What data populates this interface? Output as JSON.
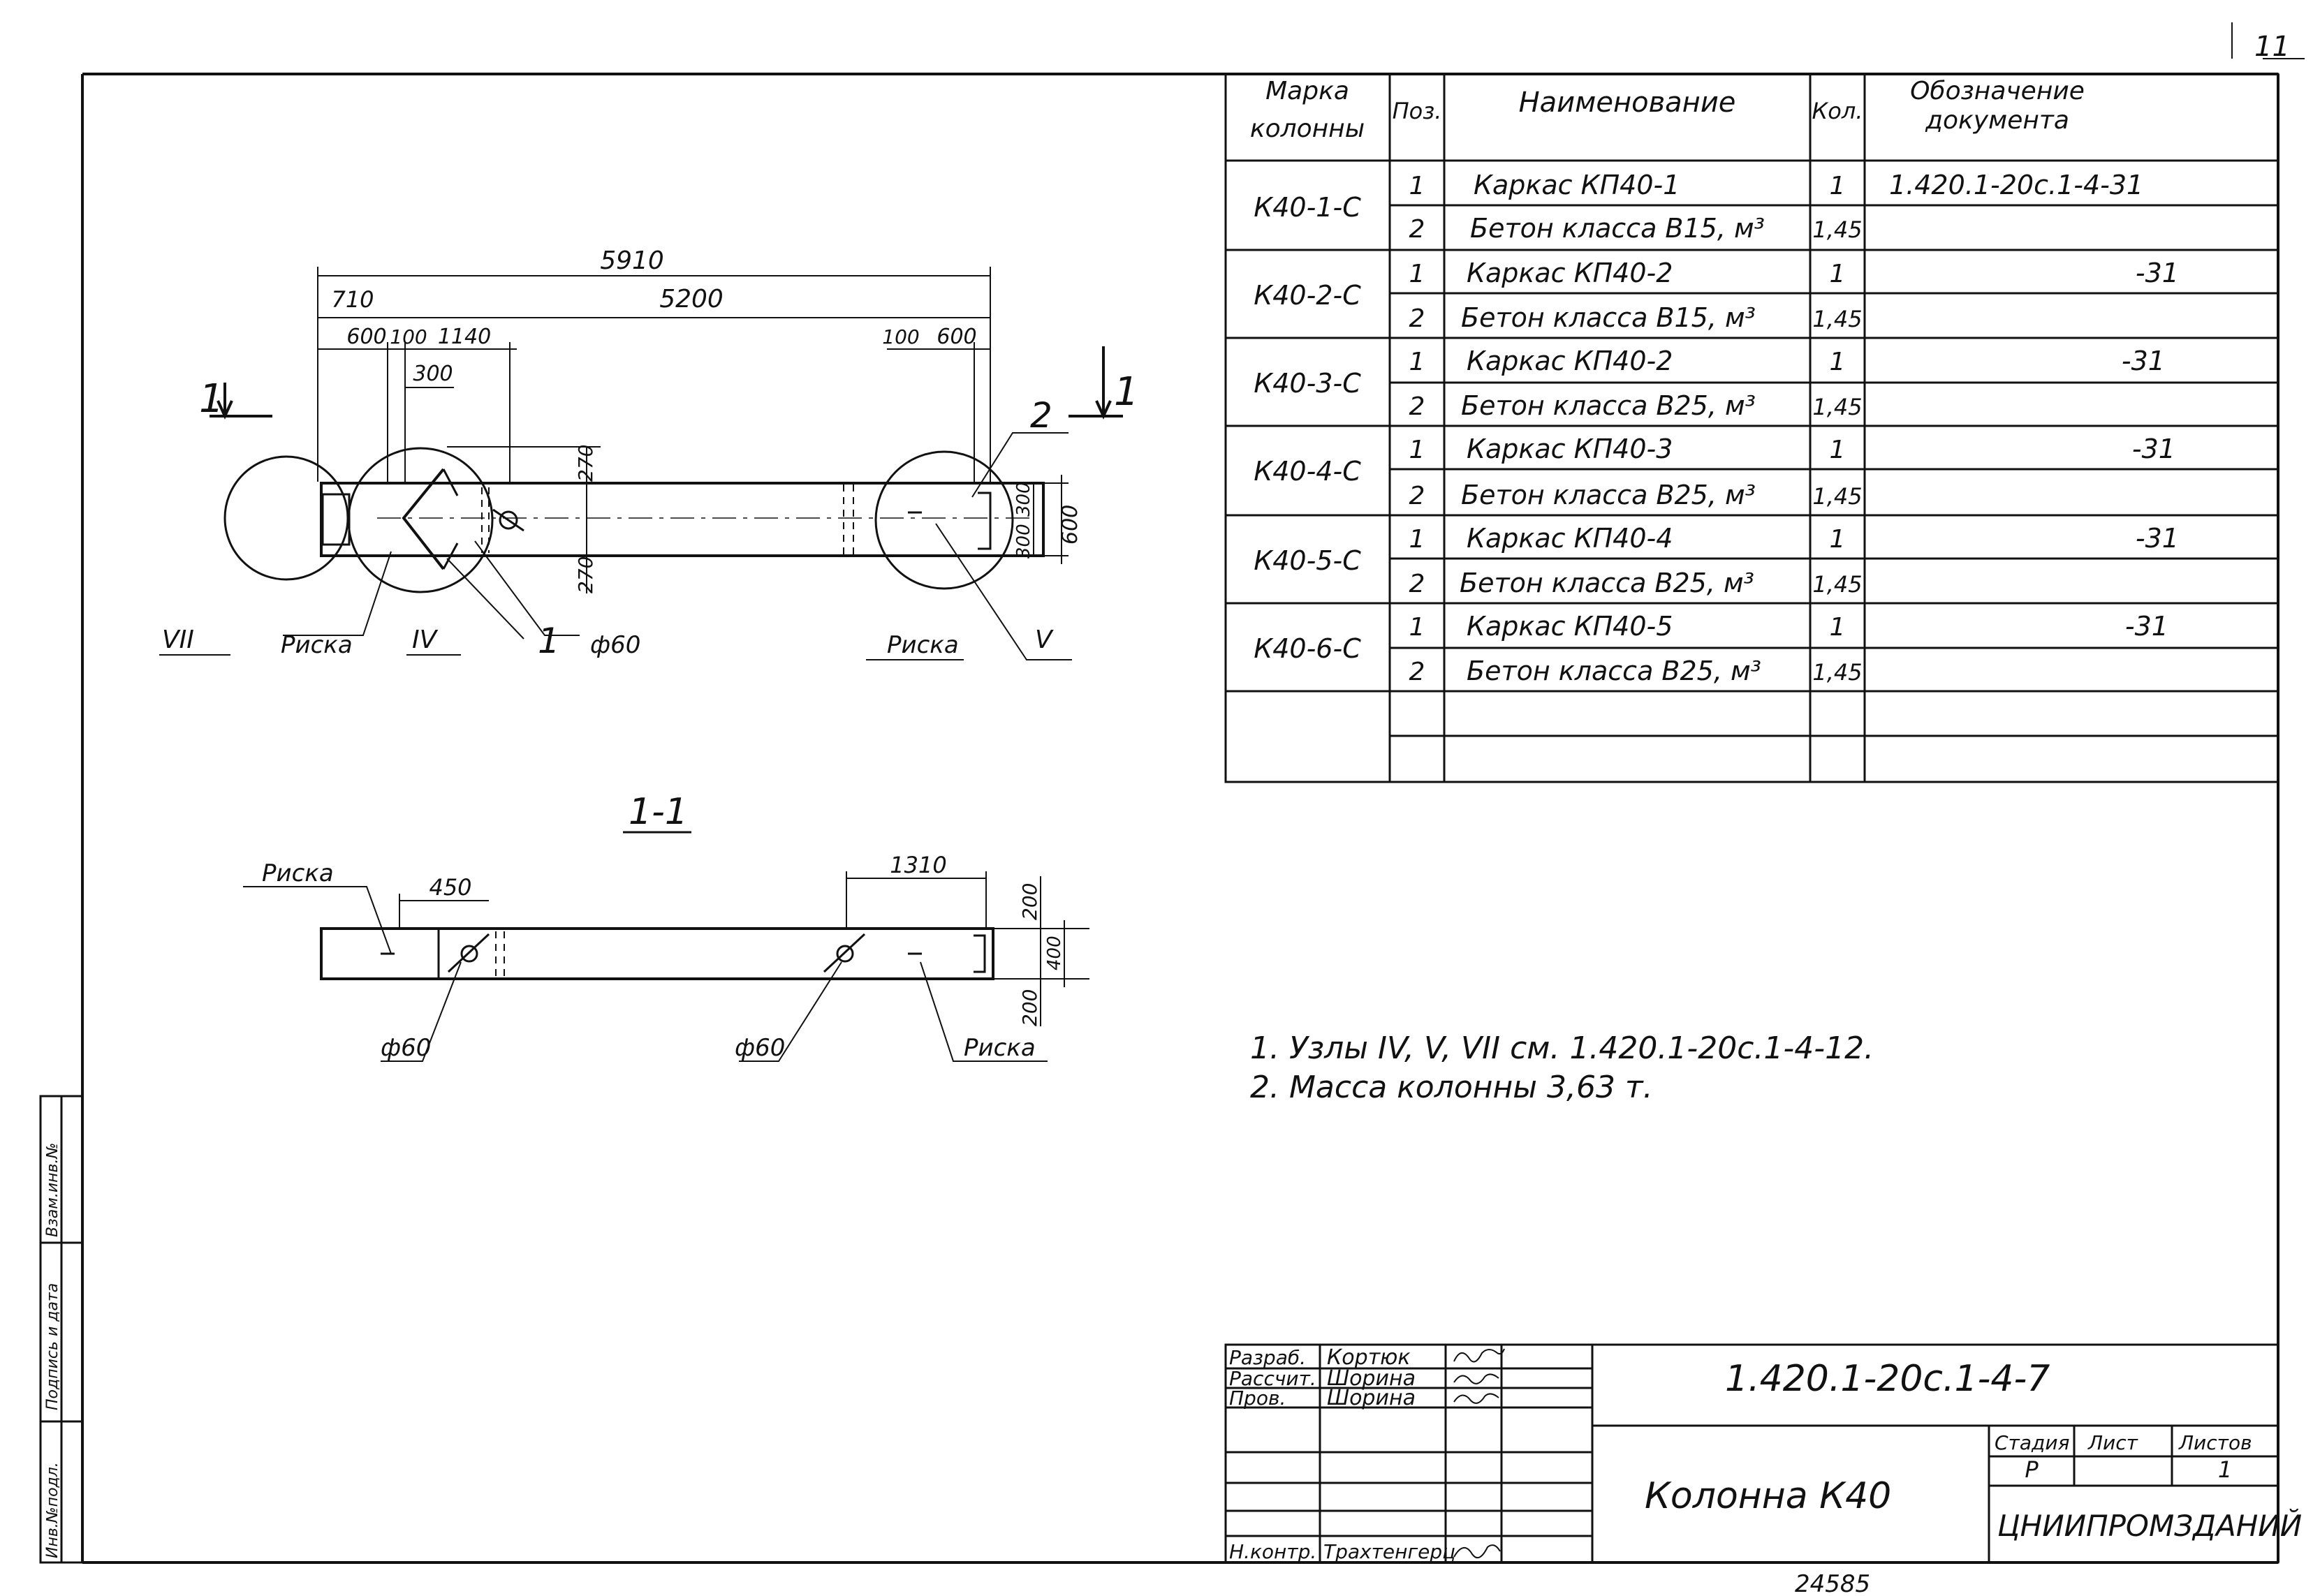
{
  "sheet_number": "11",
  "spec_table": {
    "headers": {
      "mark": [
        "Марка",
        "колонны"
      ],
      "pos": "Поз.",
      "name": "Наименование",
      "qty": "Кол.",
      "doc": [
        "Обозначение",
        "документа"
      ]
    },
    "groups": [
      {
        "mark": "К40-1-С",
        "rows": [
          {
            "pos": "1",
            "name": "Каркас КП40-1",
            "qty": "1",
            "doc": "1.420.1-20с.1-4-31"
          },
          {
            "pos": "2",
            "name": "Бетон класса В15, м³",
            "qty": "1,45",
            "doc": ""
          }
        ]
      },
      {
        "mark": "К40-2-С",
        "rows": [
          {
            "pos": "1",
            "name": "Каркас КП40-2",
            "qty": "1",
            "doc": "-31"
          },
          {
            "pos": "2",
            "name": "Бетон класса В15, м³",
            "qty": "1,45",
            "doc": ""
          }
        ]
      },
      {
        "mark": "К40-3-С",
        "rows": [
          {
            "pos": "1",
            "name": "Каркас КП40-2",
            "qty": "1",
            "doc": "-31"
          },
          {
            "pos": "2",
            "name": "Бетон класса В25, м³",
            "qty": "1,45",
            "doc": ""
          }
        ]
      },
      {
        "mark": "К40-4-С",
        "rows": [
          {
            "pos": "1",
            "name": "Каркас КП40-3",
            "qty": "1",
            "doc": "-31"
          },
          {
            "pos": "2",
            "name": "Бетон класса В25, м³",
            "qty": "1,45",
            "doc": ""
          }
        ]
      },
      {
        "mark": "К40-5-С",
        "rows": [
          {
            "pos": "1",
            "name": "Каркас КП40-4",
            "qty": "1",
            "doc": "-31"
          },
          {
            "pos": "2",
            "name": "Бетон класса В25, м³",
            "qty": "1,45",
            "doc": ""
          }
        ]
      },
      {
        "mark": "К40-6-С",
        "rows": [
          {
            "pos": "1",
            "name": "Каркас КП40-5",
            "qty": "1",
            "doc": "-31"
          },
          {
            "pos": "2",
            "name": "Бетон класса В25, м³",
            "qty": "1,45",
            "doc": ""
          }
        ]
      }
    ]
  },
  "plan_view": {
    "dims": {
      "overall": "5910",
      "d710": "710",
      "d5200": "5200",
      "d600_left": "600",
      "d100_left": "100",
      "d1140": "1140",
      "d300": "300",
      "d100_right": "100",
      "d600_right": "600",
      "d270_top": "270",
      "d270_bottom": "270",
      "d300a": "300",
      "d300b": "300",
      "d600_side": "600"
    },
    "labels": {
      "cut_left": "1",
      "cut_right": "1",
      "pos2": "2",
      "pos1": "1",
      "node_vii": "VII",
      "node_iv": "IV",
      "node_v": "V",
      "riska_left": "Риска",
      "riska_right": "Риска",
      "hole": "ф60"
    }
  },
  "section_view": {
    "title": "1-1",
    "dims": {
      "d450": "450",
      "d1310": "1310",
      "d200_top": "200",
      "d200_bottom": "200",
      "d400": "400"
    },
    "labels": {
      "riska_left": "Риска",
      "riska_right": "Риска",
      "hole_left": "ф60",
      "hole_right": "ф60"
    }
  },
  "notes": [
    "1. Узлы IV, V, VII см. 1.420.1-20с.1-4-12.",
    "2. Масса колонны 3,63 т."
  ],
  "title_block": {
    "roles": [
      {
        "role": "Разраб.",
        "name": "Кортюк"
      },
      {
        "role": "Рассчит.",
        "name": "Шорина"
      },
      {
        "role": "Пров.",
        "name": "Шорина"
      },
      {
        "role": "",
        "name": ""
      },
      {
        "role": "",
        "name": ""
      },
      {
        "role": "",
        "name": ""
      },
      {
        "role": "Н.контр.",
        "name": "Трахтенгерц"
      }
    ],
    "designation": "1.420.1-20с.1-4-7",
    "product": "Колонна К40",
    "stage_label": "Стадия",
    "sheet_label": "Лист",
    "sheets_label": "Листов",
    "stage": "Р",
    "sheet": "",
    "sheets": "1",
    "organization": "ЦНИИПРОМЗДАНИЙ"
  },
  "side_stamp": [
    "Инв.№подл.",
    "Подпись и дата",
    "Взам.инв.№"
  ],
  "bottom_fragment": "24585"
}
